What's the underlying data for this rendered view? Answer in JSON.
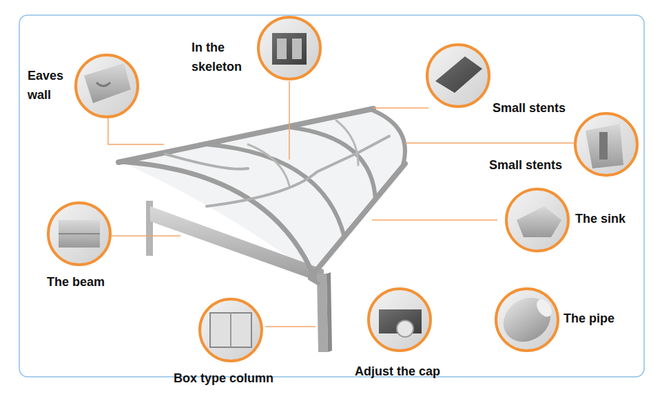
{
  "diagram": {
    "labels": [
      "Eaves wall",
      "In the skeleton",
      "Small stents",
      "Small stents",
      "The sink",
      "The beam",
      "The pipe",
      "Adjust the cap",
      "Box type column"
    ]
  }
}
